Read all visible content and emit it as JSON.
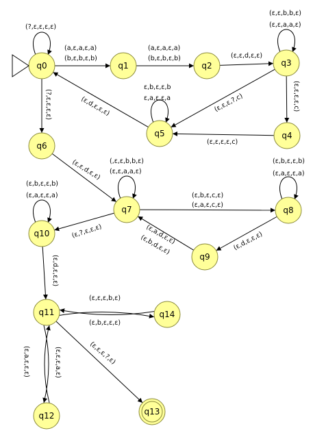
{
  "states": [
    {
      "id": "q0",
      "label": "q0",
      "initial": true
    },
    {
      "id": "q1",
      "label": "q1"
    },
    {
      "id": "q2",
      "label": "q2"
    },
    {
      "id": "q3",
      "label": "q3"
    },
    {
      "id": "q4",
      "label": "q4"
    },
    {
      "id": "q5",
      "label": "q5"
    },
    {
      "id": "q6",
      "label": "q6"
    },
    {
      "id": "q7",
      "label": "q7"
    },
    {
      "id": "q8",
      "label": "q8"
    },
    {
      "id": "q9",
      "label": "q9"
    },
    {
      "id": "q10",
      "label": "q10"
    },
    {
      "id": "q11",
      "label": "q11"
    },
    {
      "id": "q12",
      "label": "q12"
    },
    {
      "id": "q13",
      "label": "q13",
      "final": true
    },
    {
      "id": "q14",
      "label": "q14"
    }
  ],
  "transitions": [
    {
      "from": "q0",
      "to": "q0",
      "labels": [
        "(?,ε,ε,ε,ε)"
      ]
    },
    {
      "from": "q0",
      "to": "q1",
      "labels": [
        "(a,ε,a,ε,a)",
        "(b,ε,b,ε,b)"
      ]
    },
    {
      "from": "q1",
      "to": "q2",
      "labels": [
        "(a,ε,a,ε,a)",
        "(b,ε,b,ε,b)"
      ]
    },
    {
      "from": "q2",
      "to": "q3",
      "labels": [
        "(ε,ε,d,ε,ε)"
      ]
    },
    {
      "from": "q3",
      "to": "q3",
      "labels": [
        "(ε,ε,b,b,ε)",
        "(ε,ε,a,a,ε)"
      ]
    },
    {
      "from": "q3",
      "to": "q4",
      "labels": [
        "(ε,ε,ε,ε,c)"
      ]
    },
    {
      "from": "q3",
      "to": "q5",
      "labels": [
        "(ε,ε,ε,?,c)"
      ]
    },
    {
      "from": "q4",
      "to": "q5",
      "labels": [
        "(ε,ε,ε,ε,c)"
      ]
    },
    {
      "from": "q5",
      "to": "q5",
      "labels": [
        "ε,b,ε,ε,b",
        "ε,a,ε,ε,a"
      ]
    },
    {
      "from": "q5",
      "to": "q0",
      "labels": [
        "(ε,d,ε,ε,ε)"
      ]
    },
    {
      "from": "q0",
      "to": "q6",
      "labels": [
        "(?,ε,ε,ε,ε)"
      ]
    },
    {
      "from": "q6",
      "to": "q7",
      "labels": [
        "(ε,ε,d,ε,ε)"
      ]
    },
    {
      "from": "q7",
      "to": "q7",
      "labels": [
        "(,ε,ε,b,b,ε)",
        "(ε,ε,a,a,ε)"
      ]
    },
    {
      "from": "q7",
      "to": "q8",
      "labels": [
        "(ε,b,ε,c,ε)",
        "(ε,a,ε,c,ε)"
      ]
    },
    {
      "from": "q8",
      "to": "q8",
      "labels": [
        "(ε,b,ε,ε,b)",
        "(ε,a,ε,ε,a)"
      ]
    },
    {
      "from": "q8",
      "to": "q9",
      "labels": [
        "(ε,d,ε,ε,ε)"
      ]
    },
    {
      "from": "q9",
      "to": "q7",
      "labels": [
        "(ε,a,d,ε,ε)",
        "(ε,b,d,ε,ε)"
      ]
    },
    {
      "from": "q7",
      "to": "q10",
      "labels": [
        "(ε,?,ε,ε,ε)"
      ]
    },
    {
      "from": "q10",
      "to": "q10",
      "labels": [
        "(ε,b,ε,ε,b)",
        "(ε,a,ε,ε,a)"
      ]
    },
    {
      "from": "q10",
      "to": "q11",
      "labels": [
        "(ε,d,ε,ε,ε)"
      ]
    },
    {
      "from": "q11",
      "to": "q14",
      "labels": [
        "(ε,ε,ε,b,ε)"
      ]
    },
    {
      "from": "q14",
      "to": "q11",
      "labels": [
        "(ε,b,ε,ε,ε)"
      ]
    },
    {
      "from": "q11",
      "to": "q12",
      "labels": [
        "(ε,ε,ε,a,ε)"
      ]
    },
    {
      "from": "q12",
      "to": "q11",
      "labels": [
        "(ε,a,ε,ε,ε)"
      ]
    },
    {
      "from": "q11",
      "to": "q13",
      "labels": [
        "(ε,ε,ε,?,ε)"
      ]
    }
  ]
}
